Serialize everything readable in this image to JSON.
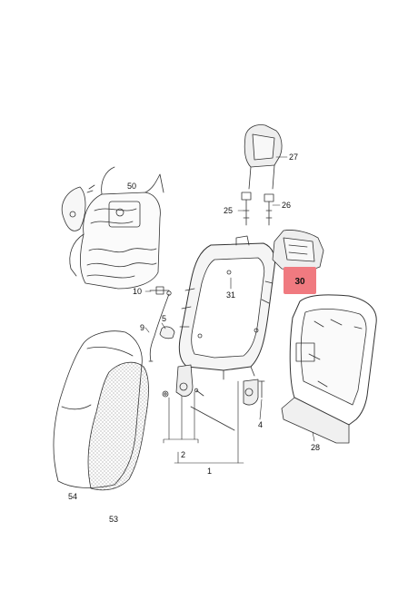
{
  "highlight_color": "#f07a80",
  "parts": {
    "p1": "1",
    "p2": "2",
    "p4": "4",
    "p5": "5",
    "p9": "9",
    "p10": "10",
    "p25": "25",
    "p26": "26",
    "p27": "27",
    "p28": "28",
    "p30": "30",
    "p31": "31",
    "p50": "50",
    "p53": "53",
    "p54": "54"
  },
  "highlighted_part": "30"
}
